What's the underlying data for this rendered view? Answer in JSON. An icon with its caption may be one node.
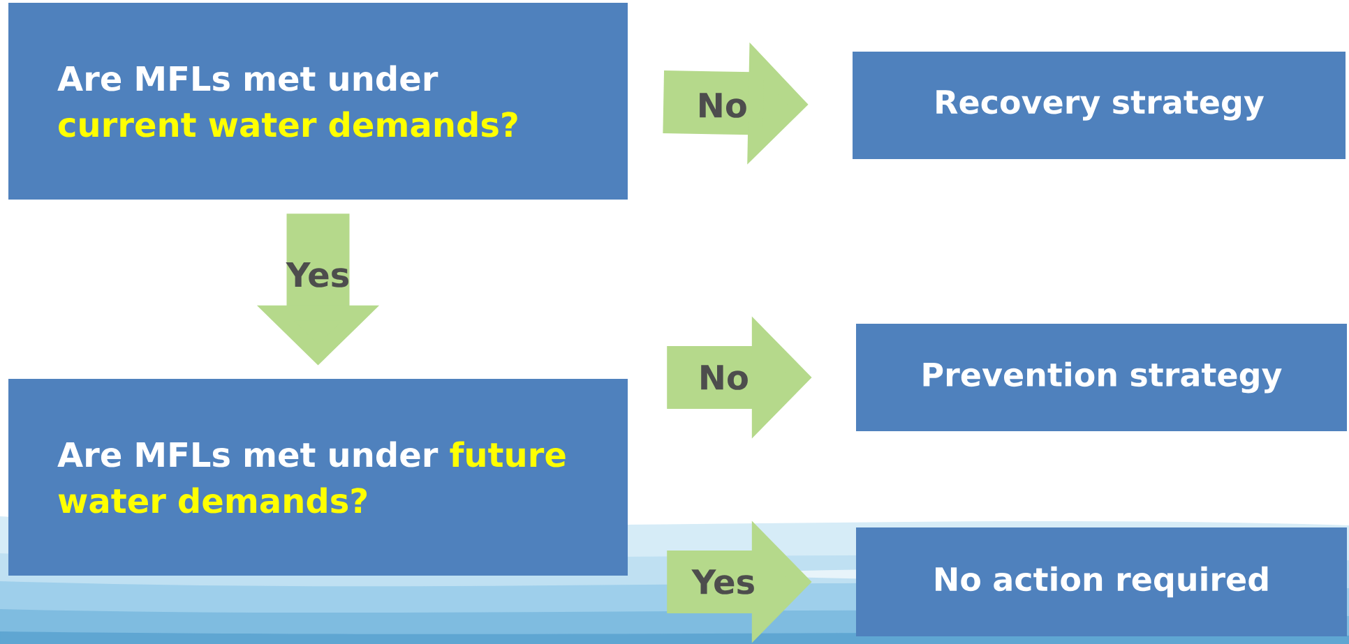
{
  "diagram": {
    "nodes": [
      {
        "text": [
          "Are MFLs met under **current water demands?**"
        ]
      },
      {
        "text": [
          "Recovery strategy"
        ]
      },
      {
        "text": [
          "Are MFLs met under **future water demands?**"
        ]
      },
      {
        "text": [
          "Prevention strategy"
        ]
      },
      {
        "text": [
          "No action required"
        ]
      }
    ],
    "edges": [
      {
        "from": 0,
        "to": 1,
        "arrow": "to",
        "label": "No"
      },
      {
        "from": 0,
        "to": 2,
        "arrow": "to",
        "label": "Yes"
      },
      {
        "from": 2,
        "to": 3,
        "arrow": "to",
        "label": "No"
      },
      {
        "from": 2,
        "to": 4,
        "arrow": "to",
        "label": "Yes"
      }
    ]
  }
}
